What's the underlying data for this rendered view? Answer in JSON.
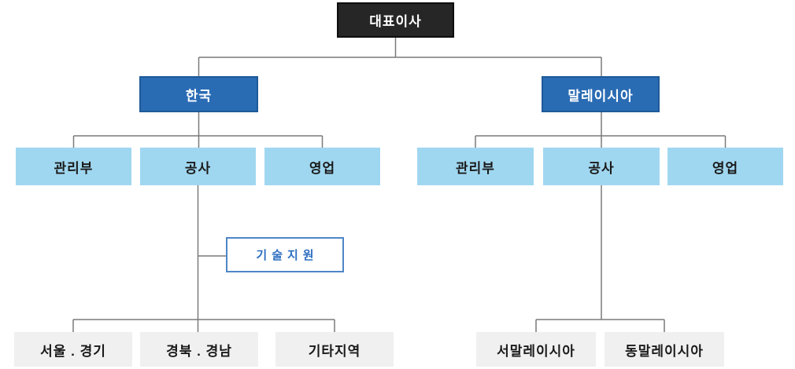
{
  "org": {
    "root": {
      "label": "대표이사"
    },
    "branches": [
      {
        "label": "한국",
        "departments": [
          {
            "label": "관리부"
          },
          {
            "label": "공사"
          },
          {
            "label": "영업"
          }
        ],
        "support": {
          "label": "기술지원"
        },
        "regions": [
          {
            "label": "서울 . 경기"
          },
          {
            "label": "경북 . 경남"
          },
          {
            "label": "기타지역"
          }
        ]
      },
      {
        "label": "말레이시아",
        "departments": [
          {
            "label": "관리부"
          },
          {
            "label": "공사"
          },
          {
            "label": "영업"
          }
        ],
        "regions": [
          {
            "label": "서말레이시아"
          },
          {
            "label": "동말레이시아"
          }
        ]
      }
    ]
  },
  "colors": {
    "executive_bg": "#262626",
    "branch_bg": "#2a6cb4",
    "department_bg": "#a0d7f0",
    "region_bg": "#f0f0f0",
    "support_border": "#4e86c6",
    "support_text": "#2d6fc1",
    "connector_line": "#7a7a7a"
  }
}
